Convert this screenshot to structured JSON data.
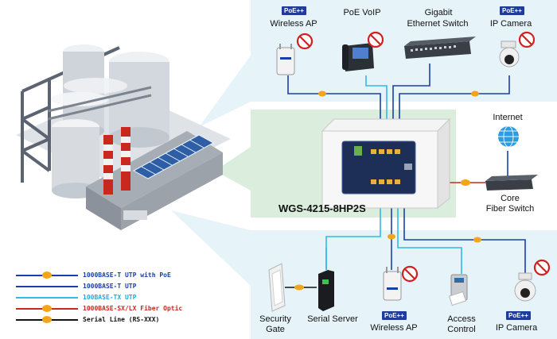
{
  "devices": {
    "top": [
      {
        "badge": "PoE++",
        "label_lines": [
          "Wireless AP"
        ]
      },
      {
        "badge": "",
        "label_lines": [
          "PoE VoIP"
        ]
      },
      {
        "badge": "",
        "label_lines": [
          "Gigabit",
          "Ethernet Switch"
        ]
      },
      {
        "badge": "PoE++",
        "label_lines": [
          "IP Camera"
        ]
      }
    ],
    "internet": "Internet",
    "core_switch": [
      "Core",
      "Fiber Switch"
    ],
    "main_switch_model": "WGS-4215-8HP2S",
    "bottom": [
      {
        "badge": "",
        "label_lines": [
          "Security",
          "Gate"
        ]
      },
      {
        "badge": "",
        "label_lines": [
          "Serial Server"
        ]
      },
      {
        "badge": "PoE++",
        "label_lines": [
          "Wireless AP"
        ]
      },
      {
        "badge": "",
        "label_lines": [
          "Access",
          "Control"
        ]
      },
      {
        "badge": "PoE++",
        "label_lines": [
          "IP Camera"
        ]
      }
    ]
  },
  "legend": [
    {
      "text": "1000BASE-T UTP with PoE",
      "line_color": "#1a3fa8",
      "marker_color": "#f2a51a",
      "text_color": "#1a3fa8"
    },
    {
      "text": "1000BASE-T UTP",
      "line_color": "#1a3fa8",
      "marker_color": "",
      "text_color": "#1a3fa8"
    },
    {
      "text": "100BASE-TX UTP",
      "line_color": "#33b8e8",
      "marker_color": "",
      "text_color": "#2aa7d8"
    },
    {
      "text": "1000BASE-SX/LX Fiber Optic",
      "line_color": "#c8281e",
      "marker_color": "#f2a51a",
      "text_color": "#c8281e"
    },
    {
      "text": "Serial Line (RS-XXX)",
      "line_color": "#111111",
      "marker_color": "#f2a51a",
      "text_color": "#111111"
    }
  ],
  "colors": {
    "panel": "#e6f4fa",
    "mid_panel": "#dbeedd",
    "poe": "#1a3fa8",
    "utp100": "#33b8e8",
    "fiber": "#c8281e",
    "serial": "#111111",
    "marker": "#f2a51a",
    "badge": "#1f3c9a"
  }
}
